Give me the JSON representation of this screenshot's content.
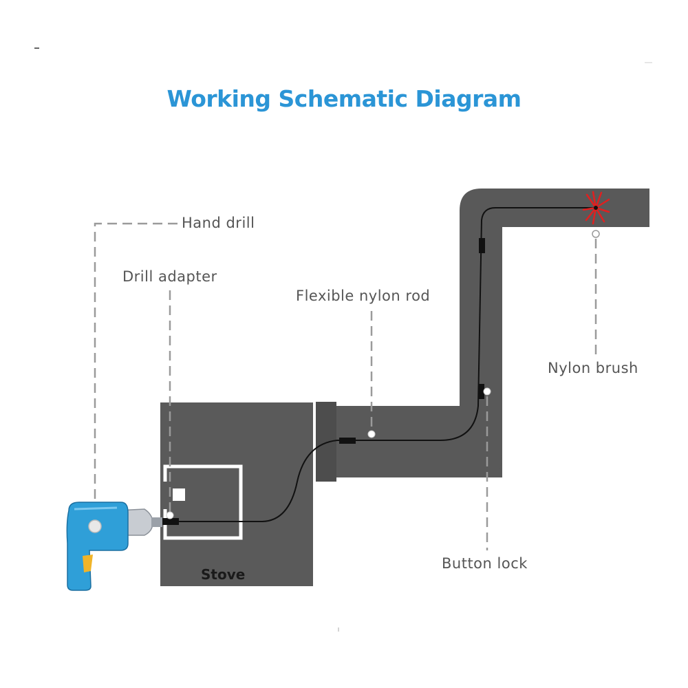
{
  "title": "Working Schematic Diagram",
  "labels": {
    "hand_drill": "Hand drill",
    "drill_adapter": "Drill adapter",
    "flexible_nylon_rod": "Flexible nylon rod",
    "nylon_brush": "Nylon brush",
    "button_lock": "Button lock",
    "stove": "Stove"
  },
  "colors": {
    "title": "#2b95d6",
    "label": "#555555",
    "pipe": "#595959",
    "stove": "#5a5a5a",
    "leader": "#9a9a9a",
    "drill_body": "#2f9fd8",
    "drill_handle": "#f0b429",
    "brush": "#e02020",
    "rod": "#111111"
  },
  "icons": [
    "hand-drill-icon",
    "nylon-brush-icon"
  ]
}
